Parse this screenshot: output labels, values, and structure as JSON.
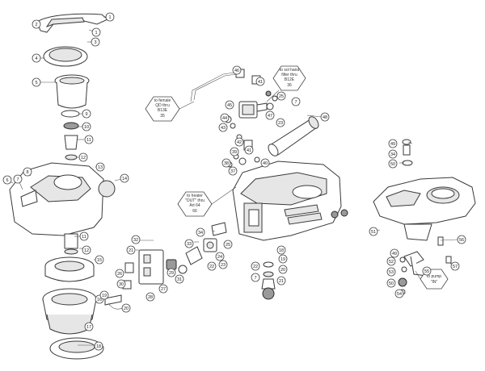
{
  "callouts": {
    "c1a": "1",
    "c1b": "1",
    "c2": "2",
    "c3": "3",
    "c4": "4",
    "c5": "5",
    "c6": "6",
    "c7a": "7",
    "c8": "8",
    "c9": "9",
    "c10": "10",
    "c11": "11",
    "c12": "12",
    "c13": "13",
    "c14": "14",
    "c15": "15",
    "c16": "16",
    "c17": "17",
    "c18": "18",
    "c19": "19",
    "c20": "20",
    "c21": "21",
    "c22": "22",
    "c23": "23",
    "c24": "24",
    "c25": "25",
    "c26": "26",
    "c27": "27",
    "c28": "28",
    "c29": "29",
    "c30": "30",
    "c31": "31",
    "c32": "32",
    "c33": "33",
    "c34": "34",
    "c35": "35",
    "c36": "36",
    "c37": "37",
    "c38": "38",
    "c39": "39",
    "c40": "40",
    "c41": "41",
    "c42": "42",
    "c43": "43",
    "c44": "44",
    "c45": "45",
    "c46": "46",
    "c47": "47",
    "c48": "48",
    "c49": "49",
    "c50": "50",
    "c51": "51",
    "c52": "52",
    "c53": "53",
    "c54": "54",
    "c55": "55",
    "c56": "56",
    "c57": "57",
    "c7b": "7",
    "c7c": "7"
  },
  "notes": {
    "valve_line1": "to sol hand",
    "valve_line2": "filter thru",
    "valve_line3": "B12E",
    "valve_num": "36",
    "qd_line1": "to female",
    "qd_line2": "QD thru",
    "qd_line3": "B13E",
    "qd_num": "35",
    "heater_line1": "to heater",
    "heater_line2": "\"OUT\" thru",
    "heater_line3": "Art 64",
    "heater_num": "66",
    "pump_line1": "to pump",
    "pump_line2": "\"IN\""
  }
}
